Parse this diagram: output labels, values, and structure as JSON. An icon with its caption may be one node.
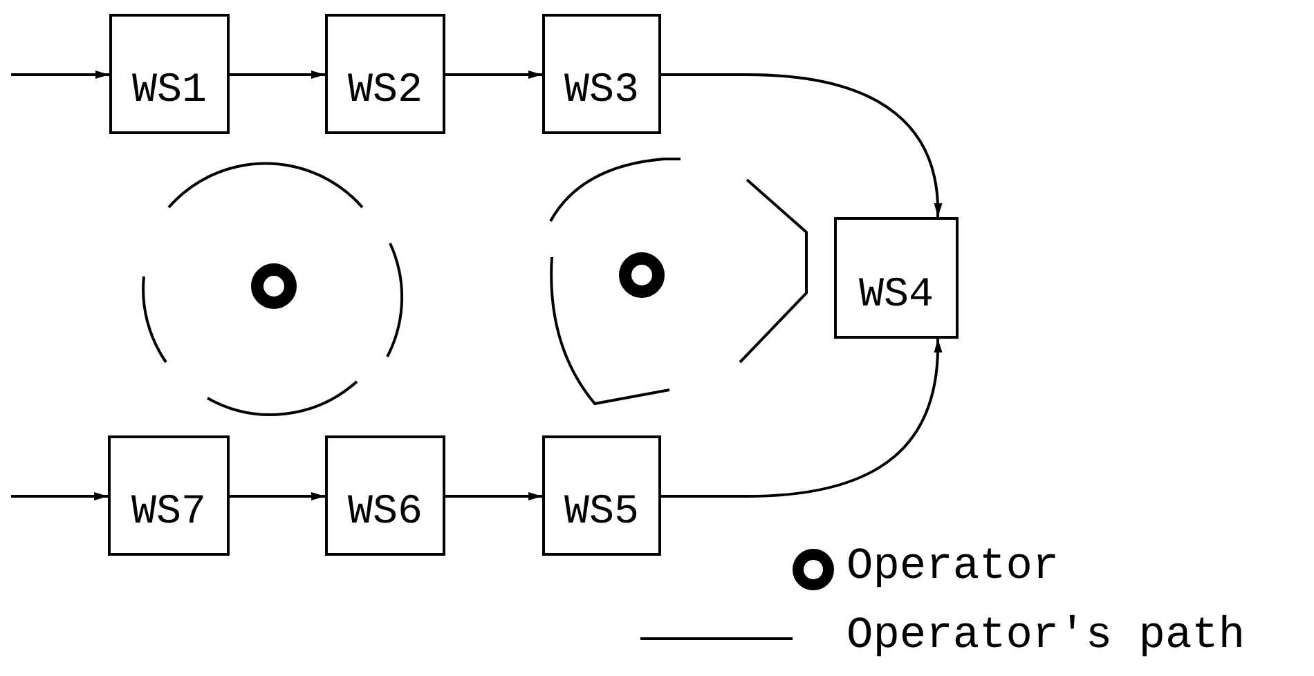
{
  "diagram": {
    "nodes": [
      {
        "text": [
          "WS1"
        ]
      },
      {
        "text": [
          "WS2"
        ]
      },
      {
        "text": [
          "WS3"
        ]
      },
      {
        "text": [
          "WS4"
        ]
      },
      {
        "text": [
          "WS7"
        ]
      },
      {
        "text": [
          "WS6"
        ]
      },
      {
        "text": [
          "WS5"
        ]
      }
    ],
    "edges": [
      {
        "from": null,
        "to": 0,
        "arrow": "to"
      },
      {
        "from": 0,
        "to": 1,
        "arrow": "to"
      },
      {
        "from": 1,
        "to": 2,
        "arrow": "to"
      },
      {
        "from": 2,
        "to": 3,
        "arrow": "to"
      },
      {
        "from": null,
        "to": 4,
        "arrow": "to"
      },
      {
        "from": 4,
        "to": 5,
        "arrow": "to"
      },
      {
        "from": 5,
        "to": 6,
        "arrow": "to"
      },
      {
        "from": 6,
        "to": 3,
        "arrow": "to"
      }
    ],
    "legend": [
      {
        "text": "Operator"
      },
      {
        "text": "Operator's path"
      }
    ]
  }
}
